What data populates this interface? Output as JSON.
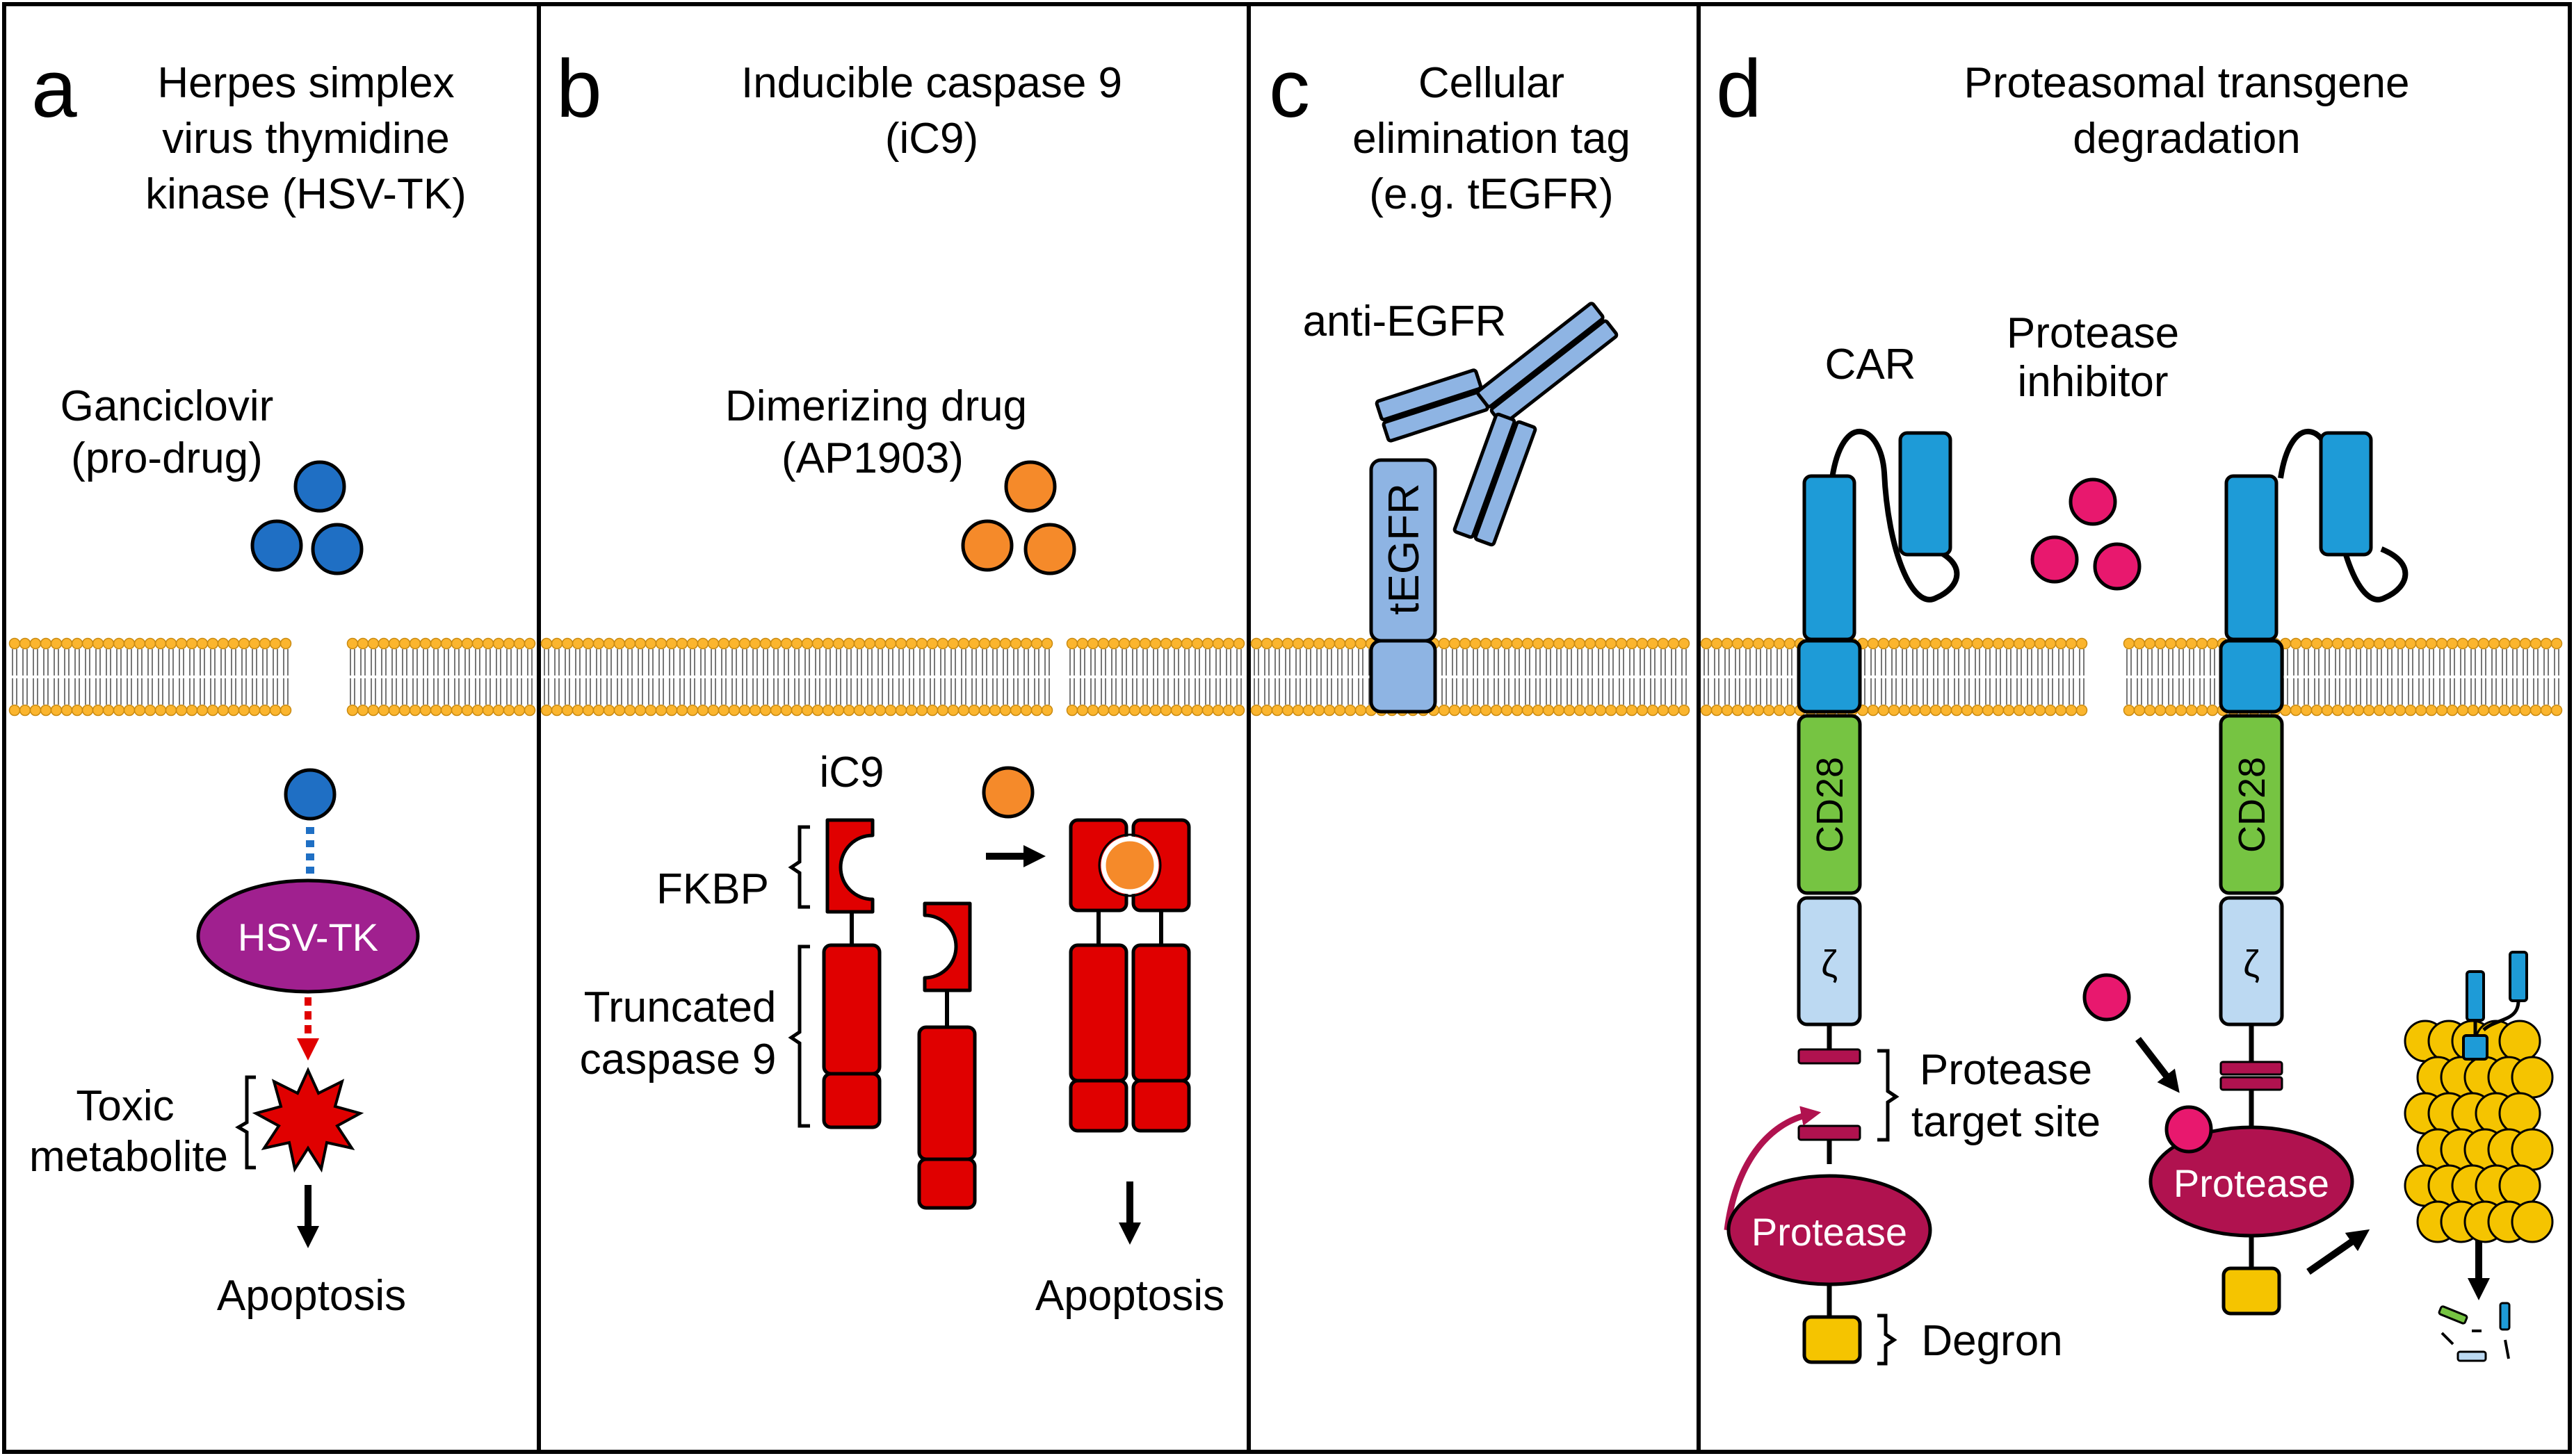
{
  "panels": [
    {
      "letter": "a",
      "title": [
        "Herpes simplex",
        "virus thymidine",
        "kinase (HSV-TK)"
      ]
    },
    {
      "letter": "b",
      "title": [
        "Inducible caspase 9",
        "(iC9)"
      ]
    },
    {
      "letter": "c",
      "title": [
        "Cellular",
        "elimination tag",
        "(e.g. tEGFR)"
      ]
    },
    {
      "letter": "d",
      "title": [
        "Proteasomal transgene",
        "degradation"
      ]
    }
  ],
  "a": {
    "drug": [
      "Ganciclovir",
      "(pro-drug)"
    ],
    "enzyme": "HSV-TK",
    "toxic": [
      "Toxic",
      "metabolite"
    ],
    "outcome": "Apoptosis"
  },
  "b": {
    "drug": [
      "Dimerizing drug",
      "(AP1903)"
    ],
    "ic9": "iC9",
    "fkbp": "FKBP",
    "caspase": [
      "Truncated",
      "caspase 9"
    ],
    "outcome": "Apoptosis"
  },
  "c": {
    "antibody": "anti-EGFR",
    "tag": "tEGFR"
  },
  "d": {
    "car": "CAR",
    "inhibitor": [
      "Protease",
      "inhibitor"
    ],
    "cd28": "CD28",
    "zeta": "ζ",
    "target": [
      "Protease",
      "target site"
    ],
    "protease": "Protease",
    "degron": "Degron"
  },
  "colors": {
    "blue_drug": "#1f6fc4",
    "orange_drug": "#f58a2a",
    "pink_inhibitor": "#e8186e",
    "hsvtk": "#a0208f",
    "protease": "#b0124f",
    "caspase_red": "#e00000",
    "car_blue": "#1e9bd7",
    "cd28_green": "#76c442",
    "zeta_lightblue": "#bcd9f2",
    "degron_yellow": "#f5c400",
    "tegfr": "#8eb4e3",
    "membrane": "#fbb52e"
  }
}
